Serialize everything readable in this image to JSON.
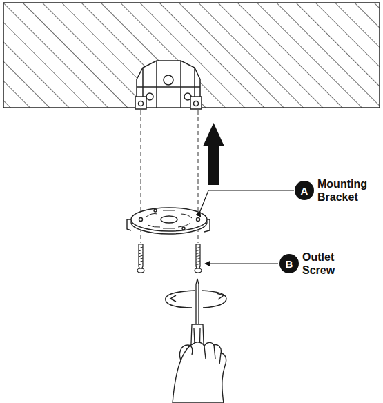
{
  "diagram": {
    "nodes": [
      {
        "text": [
          "A"
        ]
      },
      {
        "text": [
          "B"
        ]
      }
    ],
    "labels": [
      "Mounting Bracket",
      "Outlet Screw"
    ]
  }
}
